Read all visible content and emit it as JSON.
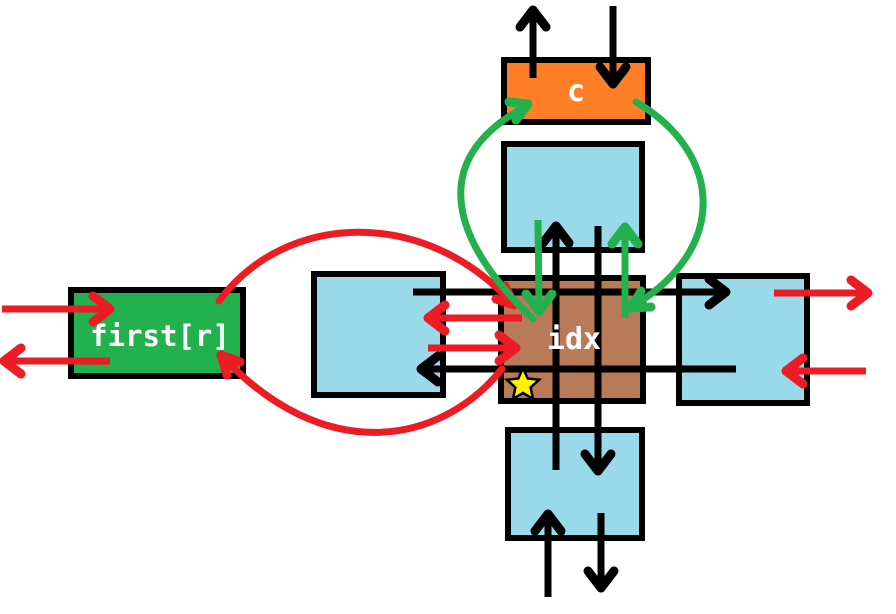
{
  "colors": {
    "background": "#FFFFFF",
    "outline_black": "#000000",
    "arrow_red": "#ED1C24",
    "arrow_green": "#22B14C",
    "box_orange": "#FF7F27",
    "box_light_blue": "#99D9EA",
    "box_brown": "#B97A57",
    "box_green": "#22B14C",
    "star_yellow": "#FFF200",
    "label_text": "#FFFFFF"
  },
  "nodes": {
    "c": {
      "label": "c"
    },
    "idx": {
      "label": "idx"
    },
    "first_r": {
      "label": "first[r]"
    }
  },
  "arrows": {
    "black": [
      "up out of top of c box",
      "down into top of c box",
      "up through idx into box above",
      "down from box above through idx into box below",
      "rightward from left box through idx into right box",
      "leftward from right box through idx toward left box",
      "up from bottom edge into bottom box",
      "down out of bottom box"
    ],
    "red": [
      "rightward from left edge into first[r]",
      "leftward out of first[r] to left edge",
      "leftward from idx to left box",
      "rightward from left box into idx",
      "rightward out of right box to right edge",
      "leftward from right edge into right box",
      "curve from first[r] top arcing into idx left side",
      "curve from idx bottom arcing into first[r] bottom"
    ],
    "green": [
      "curve from idx top-left arcing up into c box",
      "curve from c box arcing right and down into idx top-right",
      "straight down from box above into idx",
      "straight up from idx into box above"
    ]
  },
  "marker": {
    "star": "five-pointed star at bottom-left inside idx box"
  }
}
